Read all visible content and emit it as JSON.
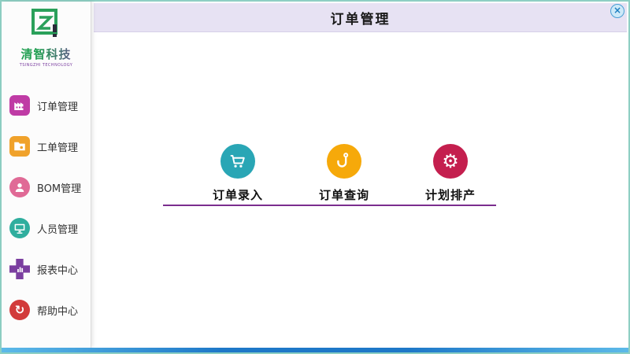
{
  "window": {
    "title": "订单管理",
    "close_label": "×",
    "colors": {
      "border": "#8ecfc3",
      "header_bg": "#e7e2f3",
      "divider": "#7b2d8e",
      "bottom_bar": "#1e78c8"
    }
  },
  "sidebar": {
    "logo": {
      "company_cn": "清智科技",
      "company_en": "TSINGZHI TECHNOLOGY"
    },
    "items": [
      {
        "label": "订单管理",
        "icon": "factory-icon",
        "color": "#bf3ba5"
      },
      {
        "label": "工单管理",
        "icon": "folder-icon",
        "color": "#f0a22b"
      },
      {
        "label": "BOM管理",
        "icon": "person-icon",
        "color": "#e06a96"
      },
      {
        "label": "人员管理",
        "icon": "workstation-icon",
        "color": "#2fae9e"
      },
      {
        "label": "报表中心",
        "icon": "report-cross-icon",
        "color": "#7b3fa0"
      },
      {
        "label": "帮助中心",
        "icon": "refresh-icon",
        "color": "#d23b3b",
        "glyph": "↻"
      }
    ]
  },
  "main": {
    "actions": [
      {
        "label": "订单录入",
        "icon": "cart-icon",
        "color": "#29a6b5"
      },
      {
        "label": "订单查询",
        "icon": "hook-icon",
        "color": "#f6a90a"
      },
      {
        "label": "计划排产",
        "icon": "gear-icon",
        "color": "#c41f4e",
        "glyph": "⚙"
      }
    ]
  }
}
